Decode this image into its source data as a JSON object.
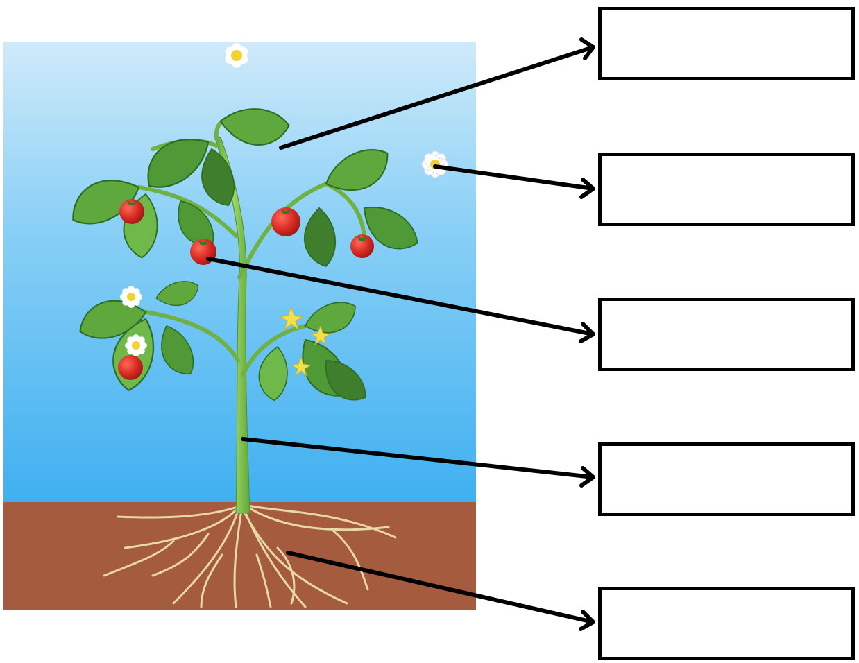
{
  "worksheet": {
    "labels": [
      {
        "part": "leaf",
        "answer": ""
      },
      {
        "part": "flower",
        "answer": ""
      },
      {
        "part": "fruit",
        "answer": ""
      },
      {
        "part": "stem",
        "answer": ""
      },
      {
        "part": "root",
        "answer": ""
      }
    ]
  },
  "colors": {
    "sky_top": "#cfeafa",
    "sky_bottom": "#3fb0f0",
    "soil": "#a55c3e",
    "stem": "#7cc04a",
    "leaf": "#4f9a36",
    "leaf_light": "#7cc35a",
    "tomato": "#d72a22",
    "root": "#e8d7a8",
    "petal": "#ffffff",
    "flower_center": "#f2d22e",
    "yellow_flower": "#f5e04a"
  }
}
